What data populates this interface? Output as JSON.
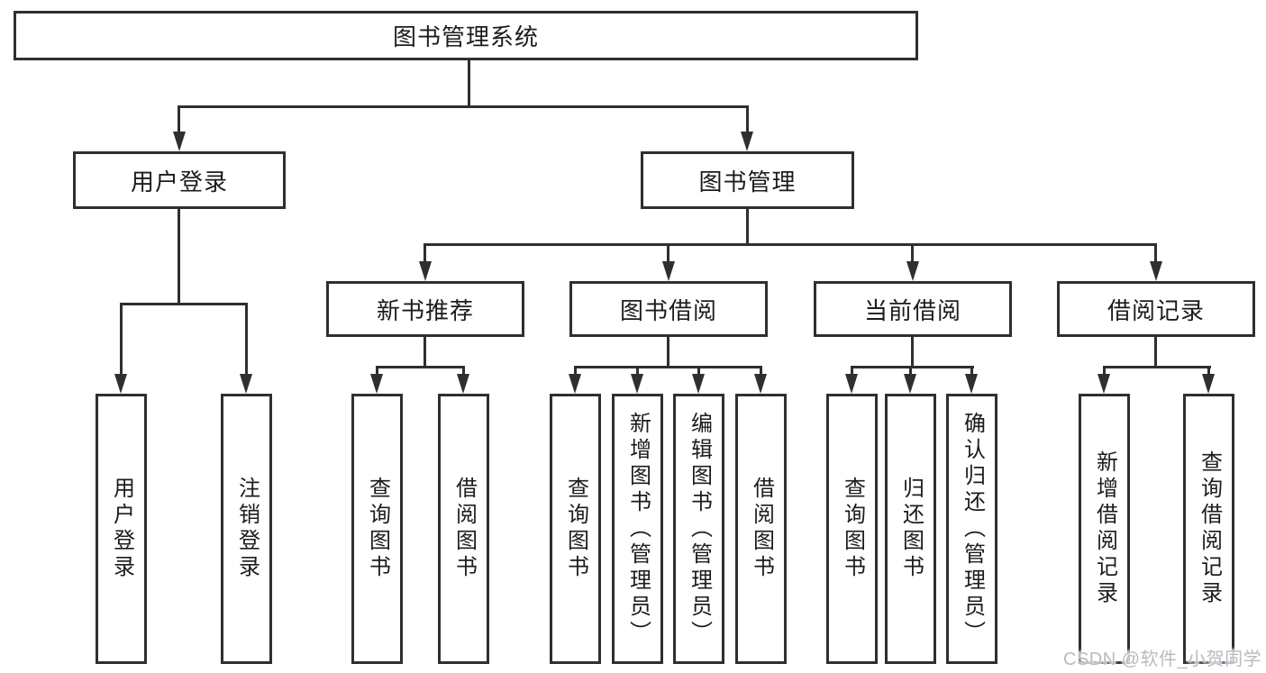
{
  "diagram": {
    "root": {
      "label": "图书管理系统"
    },
    "level2": [
      {
        "id": "user-login",
        "label": "用户登录"
      },
      {
        "id": "book-management",
        "label": "图书管理"
      }
    ],
    "level3": [
      {
        "id": "new-book-recommend",
        "label": "新书推荐"
      },
      {
        "id": "book-borrow",
        "label": "图书借阅"
      },
      {
        "id": "current-borrow",
        "label": "当前借阅"
      },
      {
        "id": "borrow-records",
        "label": "借阅记录"
      }
    ],
    "leaves": [
      {
        "parent": "user-login",
        "label": "用户登录"
      },
      {
        "parent": "user-login",
        "label": "注销登录"
      },
      {
        "parent": "new-book-recommend",
        "label": "查询图书"
      },
      {
        "parent": "new-book-recommend",
        "label": "借阅图书"
      },
      {
        "parent": "book-borrow",
        "label": "查询图书"
      },
      {
        "parent": "book-borrow",
        "label": "新增图书（管理员）"
      },
      {
        "parent": "book-borrow",
        "label": "编辑图书（管理员）"
      },
      {
        "parent": "book-borrow",
        "label": "借阅图书"
      },
      {
        "parent": "current-borrow",
        "label": "查询图书"
      },
      {
        "parent": "current-borrow",
        "label": "归还图书"
      },
      {
        "parent": "current-borrow",
        "label": "确认归还（管理员）"
      },
      {
        "parent": "borrow-records",
        "label": "新增借阅记录"
      },
      {
        "parent": "borrow-records",
        "label": "查询借阅记录"
      }
    ]
  },
  "watermark": {
    "text": "CSDN @软件_小贺同学",
    "color": "#b7bbc2"
  },
  "colors": {
    "line": "#2f2f2f",
    "background": "#ffffff",
    "text": "#1c1c1c"
  }
}
